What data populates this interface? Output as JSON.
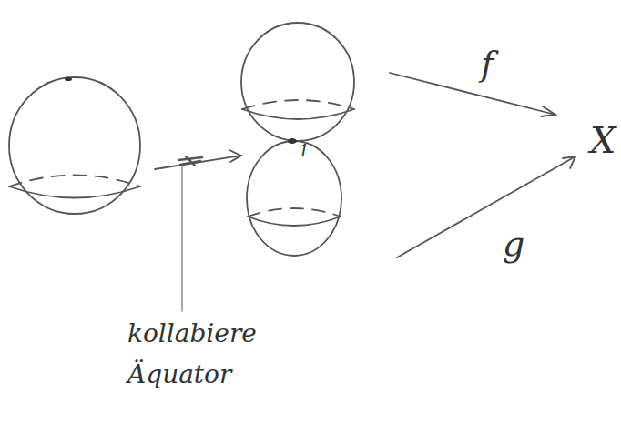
{
  "diagram": {
    "labels": [
      "f",
      "1",
      "X",
      "g",
      "kollabiere Äquator"
    ]
  }
}
